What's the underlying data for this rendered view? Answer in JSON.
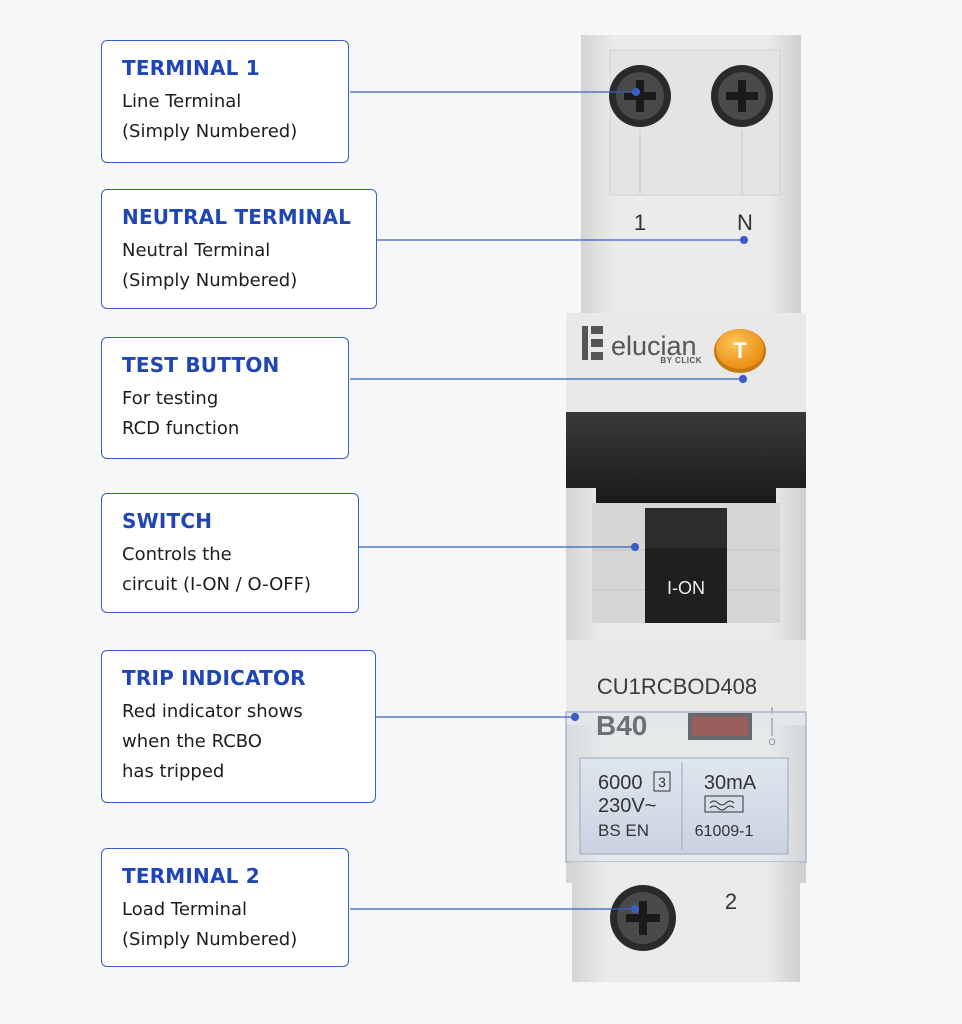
{
  "callouts": [
    {
      "id": "terminal-1",
      "title": "TERMINAL 1",
      "lines": [
        "Line Terminal",
        "(Simply Numbered)"
      ]
    },
    {
      "id": "neutral-terminal",
      "title": "NEUTRAL TERMINAL",
      "lines": [
        "Neutral Terminal",
        "(Simply Numbered)"
      ]
    },
    {
      "id": "test-button",
      "title": "TEST BUTTON",
      "lines": [
        "For testing",
        "RCD function"
      ]
    },
    {
      "id": "switch",
      "title": "SWITCH",
      "lines": [
        "Controls the",
        "circuit (I-ON / O-OFF)"
      ]
    },
    {
      "id": "trip-indicator",
      "title": "TRIP INDICATOR",
      "lines": [
        "Red indicator shows",
        "when the RCBO",
        "has tripped"
      ]
    },
    {
      "id": "terminal-2",
      "title": "TERMINAL 2",
      "lines": [
        "Load Terminal",
        "(Simply Numbered)"
      ]
    }
  ],
  "device": {
    "terminal_top_left_label": "1",
    "terminal_top_right_label": "N",
    "terminal_bottom_label": "2",
    "brand": "elucian",
    "brand_sub": "BY CLICK",
    "test_button_label": "T",
    "switch_label": "I-ON",
    "model": "CU1RCBOD408",
    "rating": "B40",
    "indicator_mark_top": "I",
    "indicator_mark_bottom": "O",
    "spec_breaking_capacity": "6000",
    "spec_class": "3",
    "spec_voltage": "230V~",
    "spec_standard_left": "BS EN",
    "spec_current": "30mA",
    "spec_standard_right": "61009-1"
  },
  "colors": {
    "accent": "#1f46b4",
    "callout_border": "#3b5ec8",
    "connector": "#3b5ec8",
    "test_button": "#f39a1c",
    "trip_indicator": "#7a1410",
    "device_body": "#e6e6e4"
  }
}
